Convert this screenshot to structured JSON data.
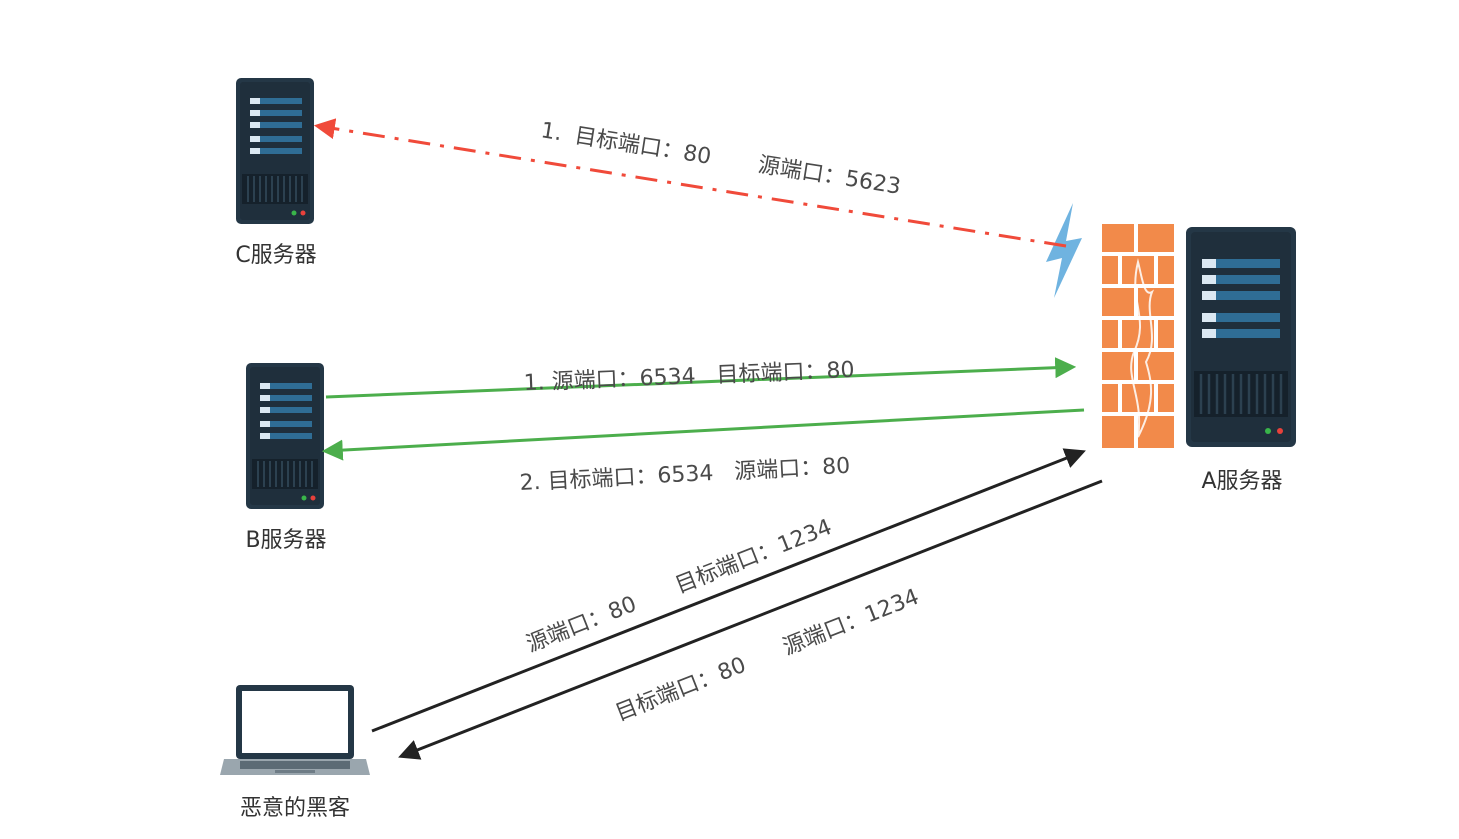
{
  "nodes": {
    "server_c": {
      "label": "C服务器"
    },
    "server_b": {
      "label": "B服务器"
    },
    "server_a": {
      "label": "A服务器"
    },
    "hacker": {
      "label": "恶意的黑客"
    }
  },
  "edges": {
    "a_to_c": {
      "label_step": "1.",
      "label_dst": "目标端口：80",
      "label_src": "源端口：5623",
      "color": "#f04a3a"
    },
    "b_to_a": {
      "label": "1. 源端口：6534   目标端口：80",
      "color": "#4cae4c"
    },
    "a_to_b": {
      "label": "2. 目标端口：6534   源端口：80",
      "color": "#4cae4c"
    },
    "hacker_to_a": {
      "label_src": "源端口：80",
      "label_dst": "目标端口：1234",
      "color": "#222222"
    },
    "a_to_hacker": {
      "label_dst": "目标端口：80",
      "label_src": "源端口：1234",
      "color": "#222222"
    }
  },
  "colors": {
    "server_body": "#243746",
    "server_panel": "#2f6d95",
    "firewall": "#f28a4a",
    "lightning": "#6fb3e0"
  },
  "icons": [
    "server-icon",
    "firewall-icon",
    "lightning-icon",
    "laptop-icon"
  ]
}
